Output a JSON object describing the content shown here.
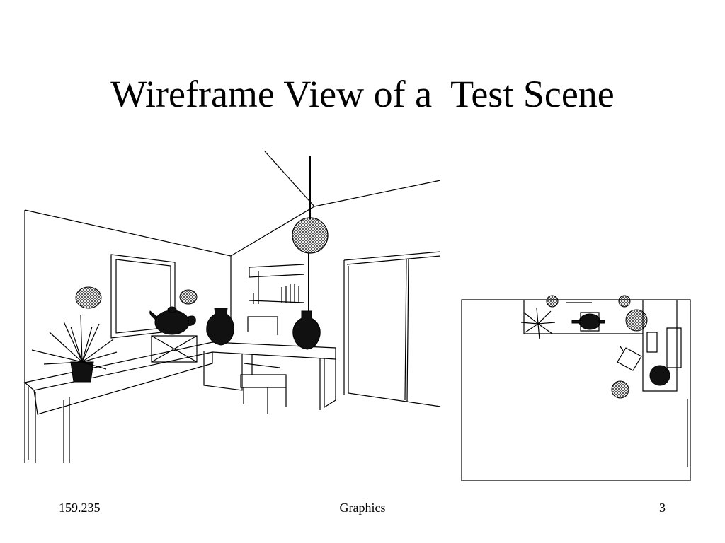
{
  "slide": {
    "title": "Wireframe View of a  Test Scene",
    "footer_left": "159.235",
    "footer_center": "Graphics",
    "page_number": "3"
  },
  "images": {
    "perspective_view": "wireframe-room-perspective",
    "plan_view": "wireframe-room-top-view"
  }
}
